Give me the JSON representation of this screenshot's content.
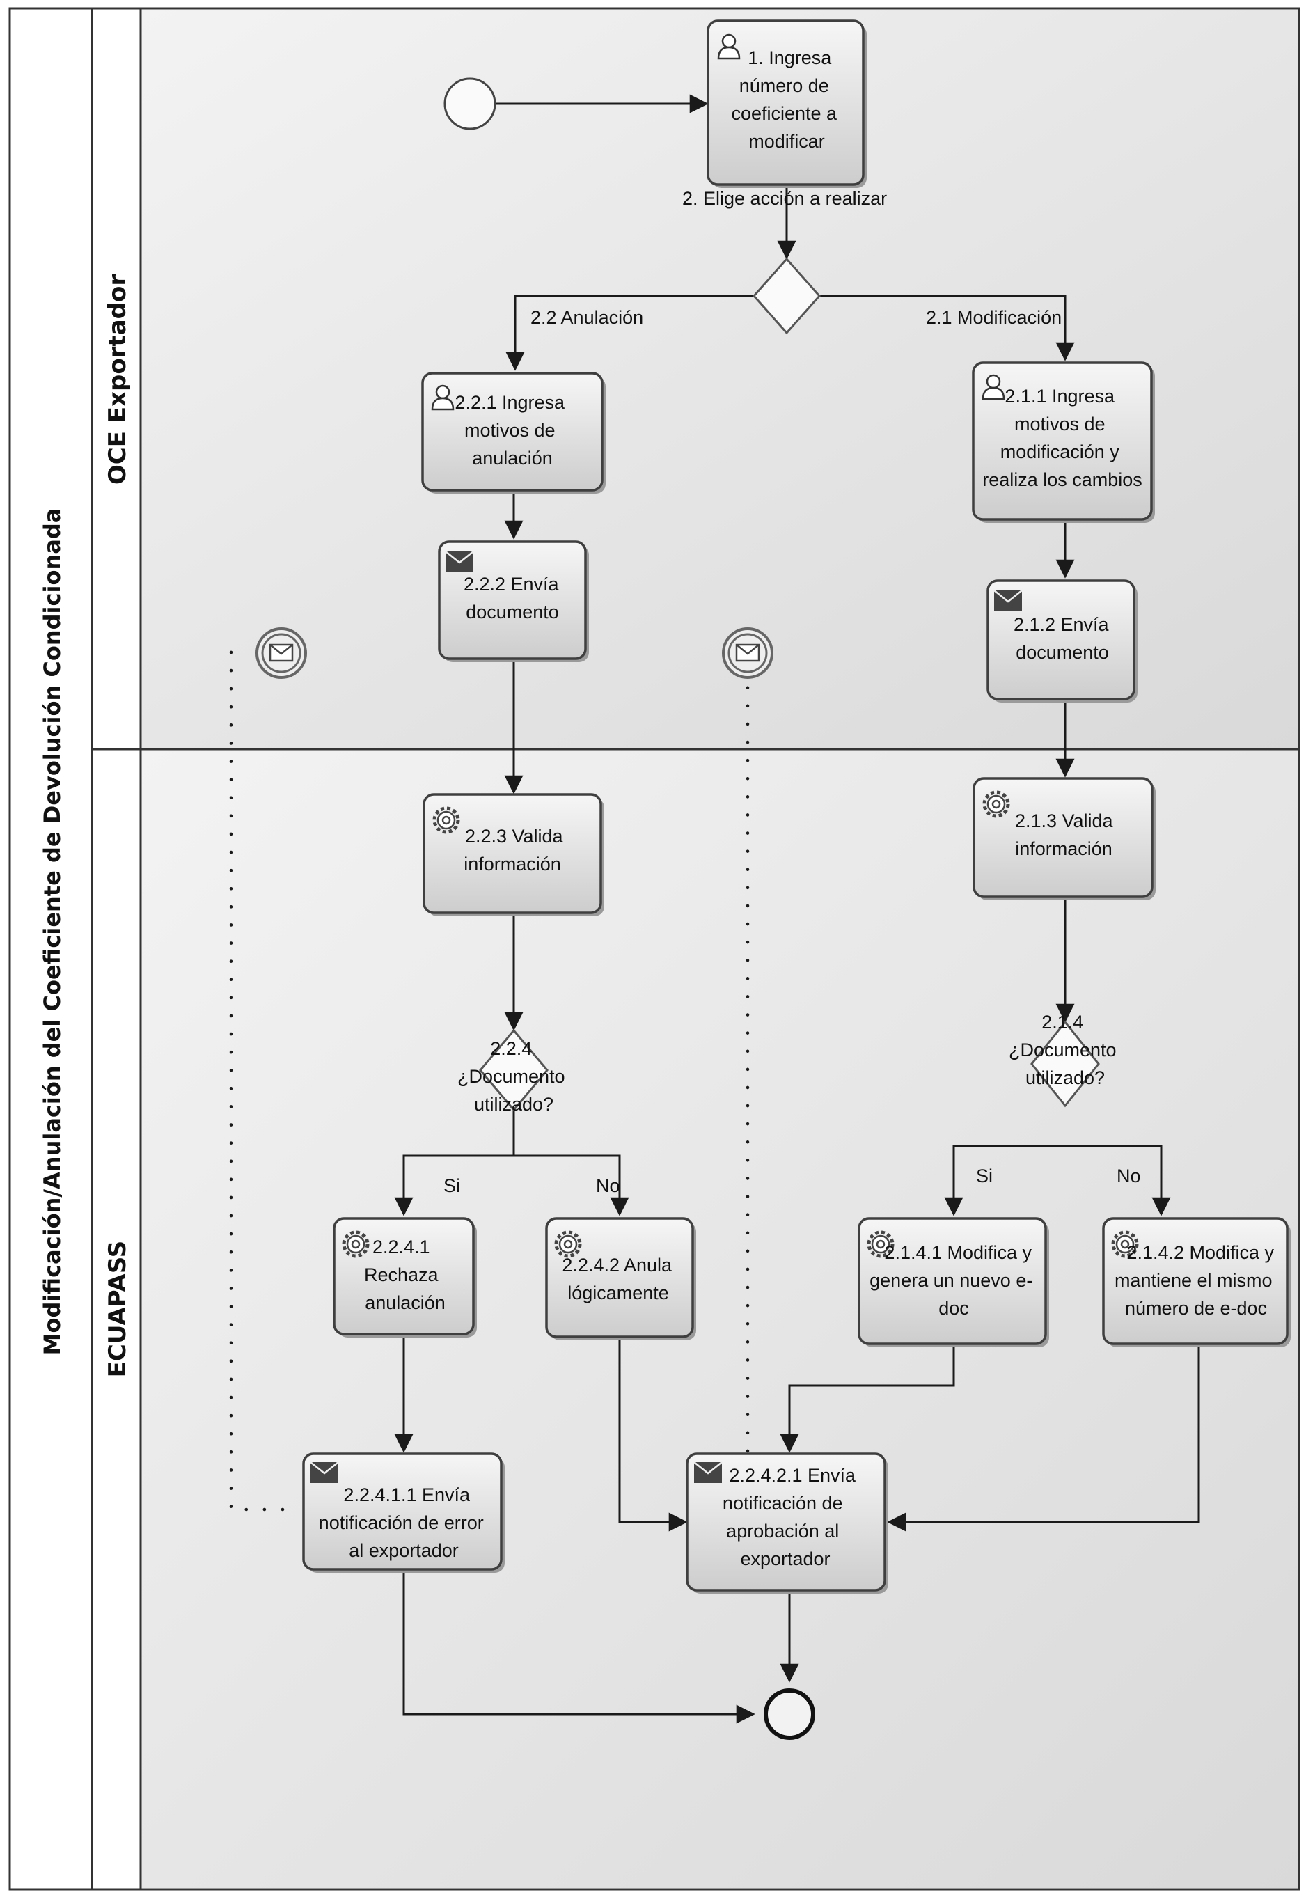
{
  "pool": {
    "title": "Modificación/Anulación del Coeficiente de Devolución Condicionada"
  },
  "lanes": {
    "top": "OCE Exportador",
    "bottom": "ECUAPASS"
  },
  "tasks": {
    "t1": [
      "1. Ingresa",
      "número de",
      "coeficiente a",
      "modificar"
    ],
    "t221": [
      "2.2.1 Ingresa",
      "motivos de",
      "anulación"
    ],
    "t222": [
      "2.2.2 Envía",
      "documento"
    ],
    "t211": [
      "2.1.1 Ingresa",
      "motivos de",
      "modificación y",
      "realiza los cambios"
    ],
    "t212": [
      "2.1.2 Envía",
      "documento"
    ],
    "t223": [
      "2.2.3 Valida",
      "información"
    ],
    "t213": [
      "2.1.3 Valida",
      "información"
    ],
    "t2241": [
      "2.2.4.1",
      "Rechaza",
      "anulación"
    ],
    "t2242": [
      "2.2.4.2 Anula",
      "lógicamente"
    ],
    "t2141": [
      "2.1.4.1 Modifica y",
      "genera un nuevo e-",
      "doc"
    ],
    "t2142": [
      "2.1.4.2 Modifica y",
      "mantiene el mismo",
      "número de e-doc"
    ],
    "t22411": [
      "2.2.4.1.1 Envía",
      "notificación de error",
      "al exportador"
    ],
    "t22421": [
      "2.2.4.2.1 Envía",
      "notificación de",
      "aprobación al",
      "exportador"
    ]
  },
  "gateways": {
    "g_main": "2. Elige acción a realizar",
    "g224": [
      "2.2.4",
      "¿Documento",
      "utilizado?"
    ],
    "g214": [
      "2.1.4",
      "¿Documento",
      "utilizado?"
    ]
  },
  "flow_labels": {
    "anulacion": "2.2 Anulación",
    "modificacion": "2.1 Modificación",
    "si_left": "Si",
    "no_left": "No",
    "si_right": "Si",
    "no_right": "No"
  },
  "icons": {
    "user_task": "user-icon",
    "service_task": "gear-icon",
    "send_task": "envelope-icon",
    "message_event": "message-event-icon"
  },
  "colors": {
    "border": "#3f3f3f",
    "lane_bg": "#e6e6e6",
    "task_top": "#f4f4f4",
    "task_bottom": "#cfcfcf"
  }
}
